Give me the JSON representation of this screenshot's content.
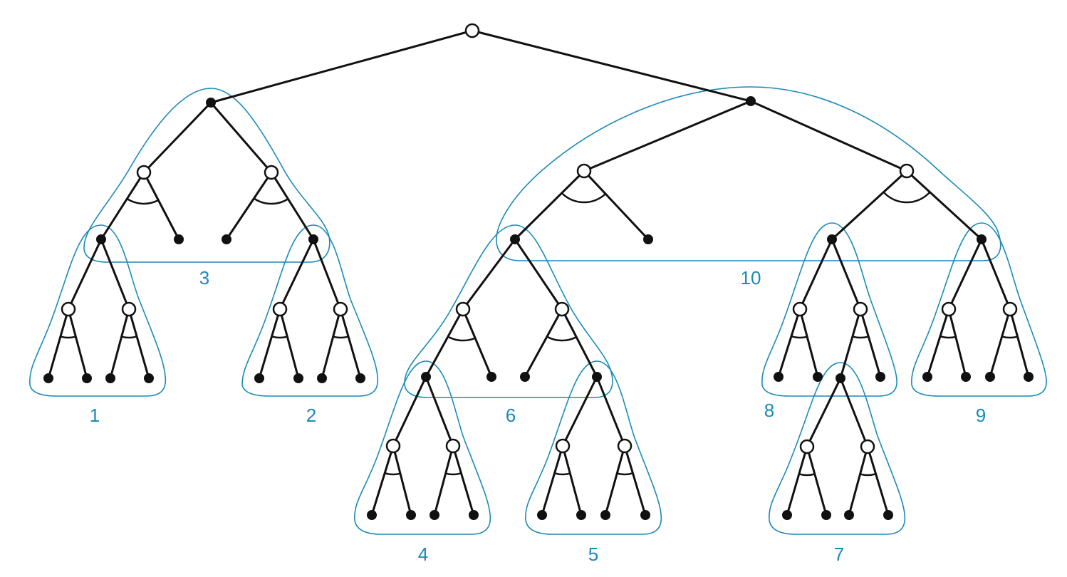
{
  "colors": {
    "line": "#111111",
    "group": "#1a8ab8"
  },
  "groups": [
    {
      "id": "1",
      "label": "1"
    },
    {
      "id": "2",
      "label": "2"
    },
    {
      "id": "3",
      "label": "3"
    },
    {
      "id": "4",
      "label": "4"
    },
    {
      "id": "5",
      "label": "5"
    },
    {
      "id": "6",
      "label": "6"
    },
    {
      "id": "7",
      "label": "7"
    },
    {
      "id": "8",
      "label": "8"
    },
    {
      "id": "9",
      "label": "9"
    },
    {
      "id": "10",
      "label": "10"
    }
  ]
}
